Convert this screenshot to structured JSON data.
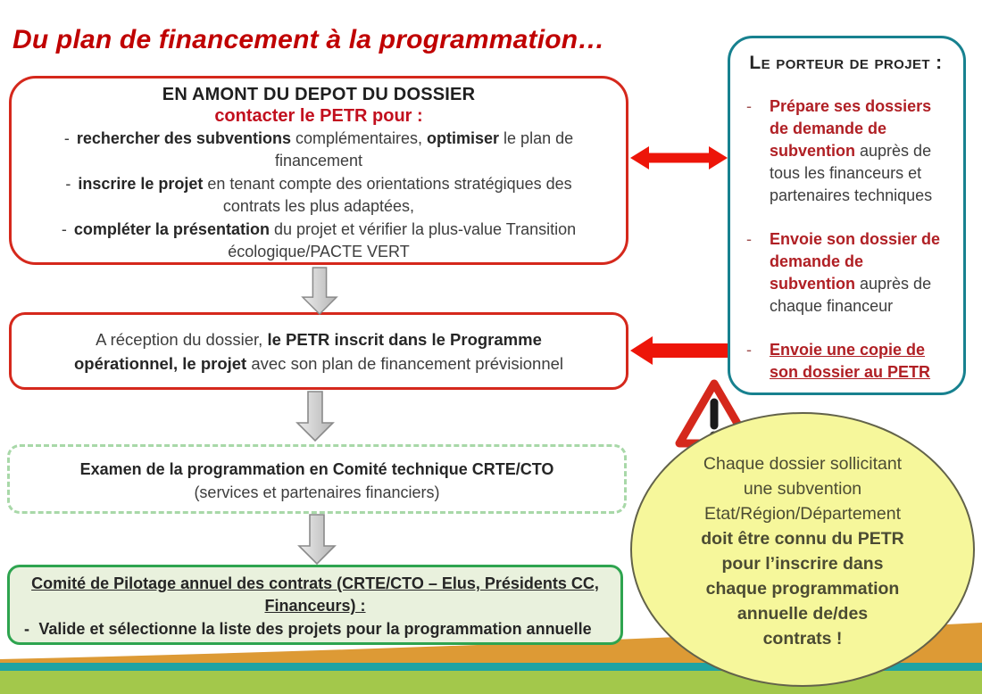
{
  "title": "Du plan de financement à la programmation…",
  "box_amont": {
    "heading": "EN AMONT DU DEPOT DU DOSSIER",
    "subheading": "contacter le PETR pour :",
    "bullets": [
      {
        "dash": "-",
        "parts": [
          "rechercher des subventions",
          " complémentaires, ",
          "optimiser",
          " le plan de financement"
        ]
      },
      {
        "dash": "-",
        "parts": [
          "inscrire le projet",
          " en tenant compte des orientations stratégiques des contrats les plus adaptées,"
        ]
      },
      {
        "dash": "-",
        "parts": [
          "compléter la présentation",
          " du projet et vérifier la plus-value Transition écologique/PACTE VERT"
        ]
      }
    ]
  },
  "box_reception": {
    "parts": [
      "A réception du dossier, ",
      "le PETR inscrit dans le Programme opérationnel, le projet",
      " avec son plan de financement prévisionnel"
    ]
  },
  "box_examen": {
    "line1": "Examen de la programmation en Comité technique CRTE/CTO",
    "line2": "(services et partenaires financiers)"
  },
  "box_copil": {
    "heading": "Comité de Pilotage annuel des contrats (CRTE/CTO – Elus, Présidents CC, Financeurs) :",
    "dash": "-",
    "bullet": "Valide et sélectionne la liste des projets pour la programmation annuelle"
  },
  "porteur": {
    "title": "Le porteur de projet :",
    "bullets": [
      {
        "dash": "-",
        "bold": "Prépare ses dossiers de demande de subvention",
        "rest": " auprès de tous les financeurs et partenaires techniques"
      },
      {
        "dash": "-",
        "bold": "Envoie son dossier de demande de subvention",
        "rest": " auprès de chaque financeur"
      },
      {
        "dash": "-",
        "bold": "Envoie une copie de son dossier au PETR",
        "rest": ""
      }
    ]
  },
  "ellipse": {
    "lines": [
      {
        "text": "Chaque dossier sollicitant",
        "bold": false
      },
      {
        "text": "une subvention",
        "bold": false
      },
      {
        "text": "Etat/Région/Département",
        "bold": false
      },
      {
        "text": "doit être connu du PETR",
        "bold": true
      },
      {
        "text": "pour l’inscrire dans",
        "bold": true
      },
      {
        "text": "chaque programmation",
        "bold": true
      },
      {
        "text": "annuelle de/des",
        "bold": true
      },
      {
        "text": "contrats !",
        "bold": true
      }
    ]
  },
  "icons": {
    "double_arrow": "red-double-arrow-icon",
    "left_arrow": "red-left-arrow-icon",
    "down_arrow": "gray-down-arrow-icon",
    "warning": "warning-triangle-icon"
  },
  "colors": {
    "title_red": "#c00000",
    "box_border_red": "#d5281c",
    "arrow_red": "#ed1509",
    "teal_border": "#17818f",
    "green_border": "#2ea44f",
    "green_fill": "#e9f1dd",
    "dashed_green": "#a8d8a8",
    "porteur_red": "#b01f24",
    "yellow_fill": "#f6f79b",
    "band_orange": "#dd9a35",
    "band_teal": "#1fa3a3",
    "band_green": "#a3c84b",
    "text_dark": "#3d3d3d"
  }
}
